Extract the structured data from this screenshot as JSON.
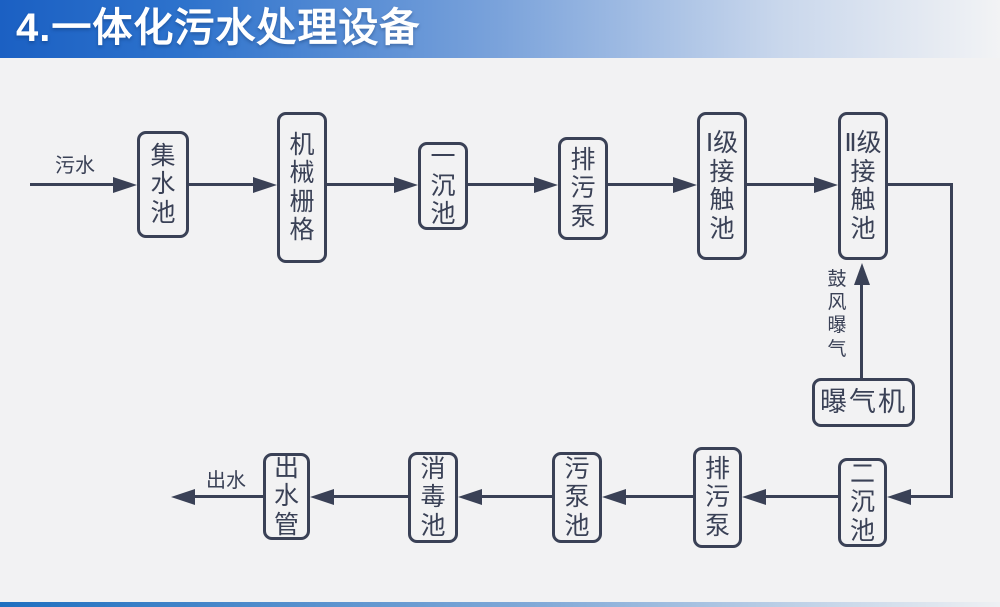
{
  "slide": {
    "title": "4.一体化污水处理设备"
  },
  "flow": {
    "input_label": "污水",
    "output_label": "出水",
    "aeration_flow_label": "鼓风曝气",
    "nodes": {
      "collecting_tank": "集水池",
      "mechanical_grid": "机械栅格",
      "primary_sedimentation_tank": "一沉池",
      "sewage_pump_top": "排污泵",
      "stage1_contact_tank": "Ⅰ级接触池",
      "stage2_contact_tank": "Ⅱ级接触池",
      "secondary_sedimentation_tank": "二沉池",
      "sewage_pump_bottom": "排污泵",
      "sludge_pump_tank": "污泵池",
      "disinfection_tank": "消毒池",
      "outlet_pipe": "出水管",
      "aerator": "曝气机"
    }
  },
  "colors": {
    "banner_blue": "#1b60c3",
    "banner_fade": "#f2f3f5",
    "ink": "#3a4156",
    "background": "#f2f2f3",
    "bottom_bar_blue": "#1e6fc0",
    "title_text": "#ffffff"
  }
}
